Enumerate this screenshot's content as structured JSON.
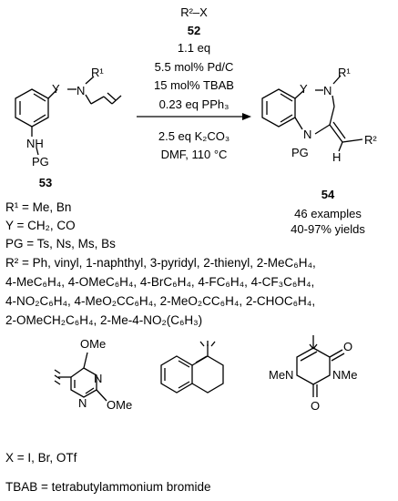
{
  "reagents": {
    "reagent": "R²–X",
    "reagent_number": "52",
    "conditions": [
      "1.1 eq",
      "5.5 mol% Pd/C",
      "15 mol% TBAB",
      "0.23 eq PPh₃",
      "2.5 eq K₂CO₃",
      "DMF, 110 °C"
    ]
  },
  "starting_material": {
    "number": "53",
    "atoms": {
      "Y": "Y",
      "N": "N",
      "R1": "R¹",
      "NH": "NH",
      "PG": "PG"
    }
  },
  "product": {
    "number": "54",
    "atoms": {
      "Y": "Y",
      "N": "N",
      "R1": "R¹",
      "N2": "N",
      "PG": "PG",
      "R2": "R²",
      "H": "H"
    },
    "scope": [
      "46 examples",
      "40-97% yields"
    ]
  },
  "definitions": [
    "R¹ = Me, Bn",
    "Y = CH₂, CO",
    "PG = Ts, Ns, Ms, Bs",
    "R² = Ph, vinyl, 1-naphthyl, 3-pyridyl, 2-thienyl, 2-MeC₆H₄,",
    "4-MeC₆H₄, 4-OMeC₆H₄, 4-BrC₆H₄, 4-FC₆H₄, 4-CF₃C₆H₄,",
    "4-NO₂C₆H₄, 4-MeO₂CC₆H₄, 2-MeO₂CC₆H₄, 2-CHOC₆H₄,",
    "2-OMeCH₂C₆H₄, 2-Me-4-NO₂(C₆H₃)"
  ],
  "substituents": {
    "pyrimidine": {
      "ome_top": "OMe",
      "n1": "N",
      "n2": "N",
      "ome_bottom": "OMe"
    },
    "uracil": {
      "o_top": "O",
      "nme_left": "MeN",
      "nme_right": "NMe",
      "o_bottom": "O"
    }
  },
  "footer": {
    "x_line": "X = I, Br, OTf",
    "tbab_line": "TBAB = tetrabutylammonium bromide"
  }
}
